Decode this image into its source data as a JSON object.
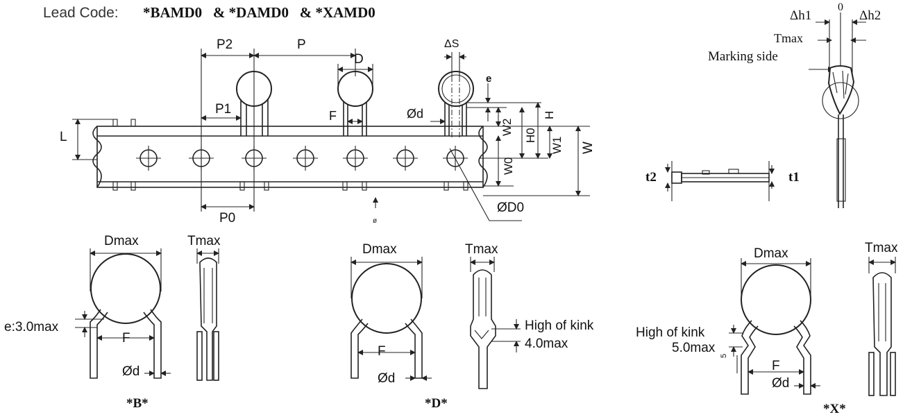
{
  "header": {
    "lead_code_label": "Lead Code:",
    "lead_codes": "*BAMD0   & *DAMD0   & *XAMD0"
  },
  "tape_labels": {
    "p2": "P2",
    "p": "P",
    "p1": "P1",
    "p0": "P0",
    "d": "D",
    "delta_s": "ΔS",
    "e": "e",
    "f": "F",
    "od": "Ød",
    "od0": "ØD0",
    "l": "L",
    "w": "W",
    "w0": "W0",
    "w1": "W1",
    "w2": "W2",
    "h": "H",
    "h0": "H0",
    "tiny_mark": "ø"
  },
  "side_view": {
    "dh1": "Δh1",
    "zero": "0",
    "dh2": "Δh2",
    "tmax": "Tmax",
    "marking_side": "Marking side",
    "t1": "t1",
    "t2": "t2"
  },
  "variant_b": {
    "dmax": "Dmax",
    "tmax": "Tmax",
    "e_note": "e:3.0max",
    "f": "F",
    "od": "Ød",
    "caption": "*B*"
  },
  "variant_d": {
    "dmax": "Dmax",
    "tmax": "Tmax",
    "kink_label": "High of kink",
    "kink_value": "4.0max",
    "f": "F",
    "od": "Ød",
    "caption": "*D*"
  },
  "variant_x": {
    "dmax": "Dmax",
    "tmax": "Tmax",
    "kink_label": "High of kink",
    "kink_value": "5.0max",
    "five": "5",
    "f": "F",
    "od": "Ød",
    "caption": "*X*"
  }
}
